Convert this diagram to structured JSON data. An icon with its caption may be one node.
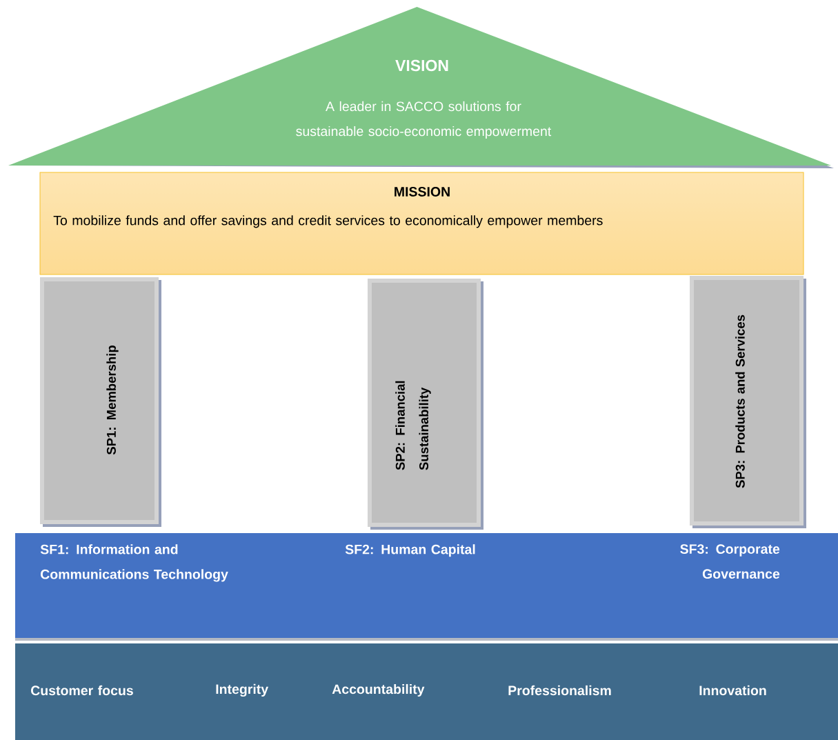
{
  "diagram": {
    "nodes": [
      {
        "text": [
          "VISION",
          "A leader in SACCO solutions for sustainable socio-economic empowerment"
        ]
      },
      {
        "text": [
          "MISSION",
          "To mobilize funds and offer savings and credit services to economically empower members"
        ]
      },
      {
        "text": [
          "SP1: Membership"
        ]
      },
      {
        "text": [
          "SP2: Financial Sustainability"
        ]
      },
      {
        "text": [
          "SP3: Products and Services"
        ]
      },
      {
        "text": [
          "SF1: Information and Communications Technology",
          "SF2: Human Capital",
          "SF3: Corporate Governance"
        ]
      },
      {
        "text": [
          "Customer focus",
          "Integrity",
          "Accountability",
          "Professionalism",
          "Innovation"
        ]
      }
    ]
  }
}
